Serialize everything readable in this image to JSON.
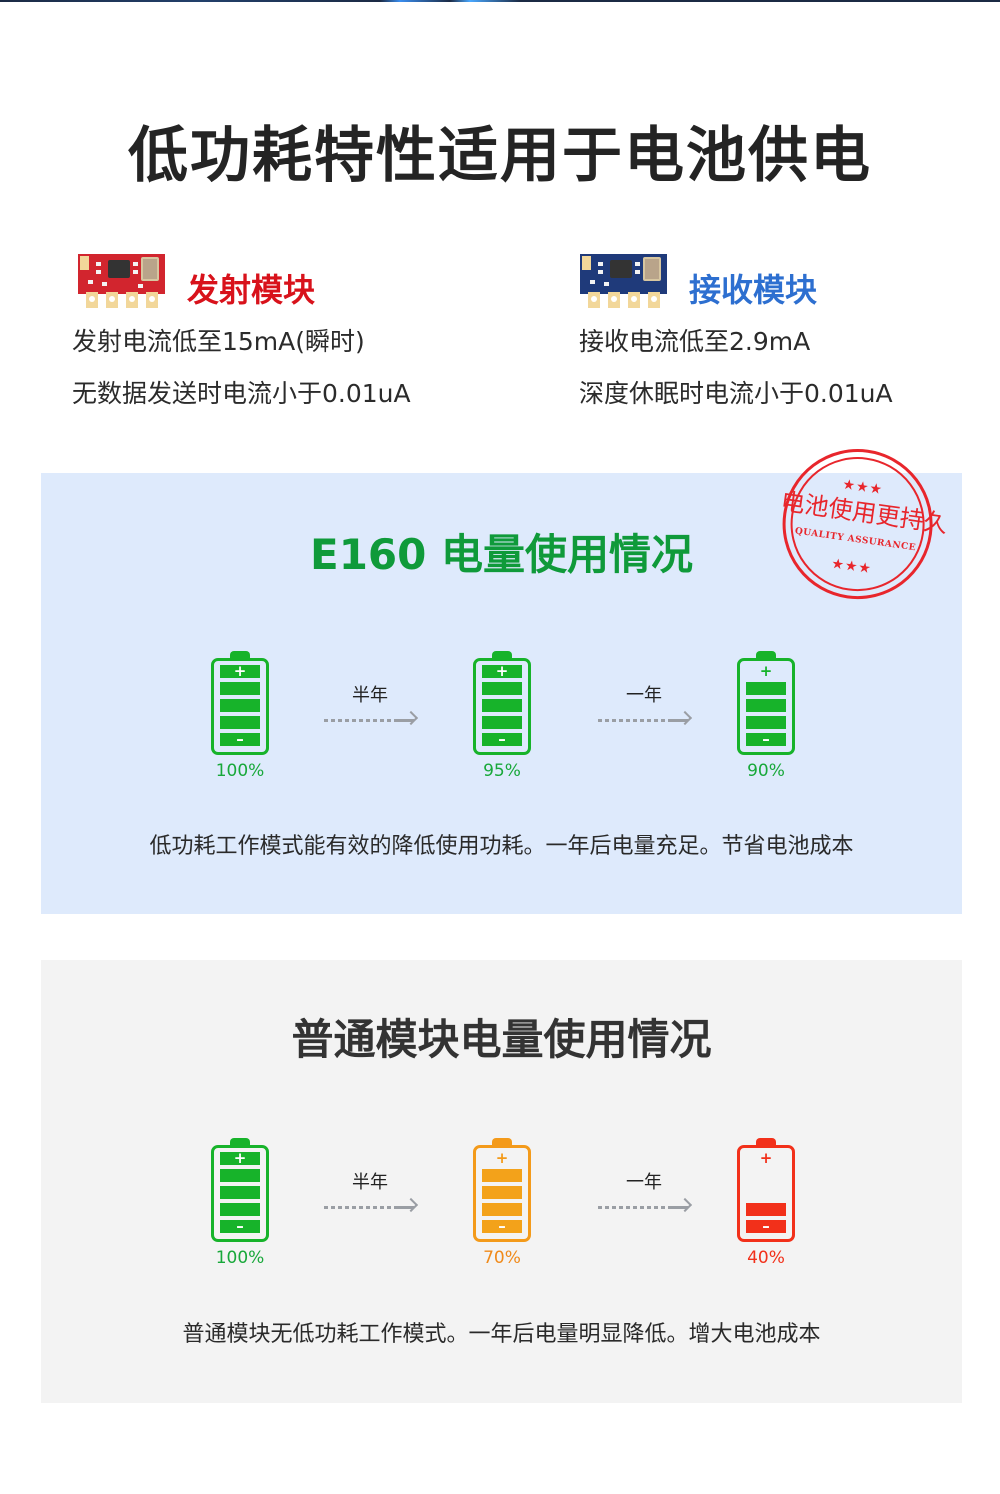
{
  "page": {
    "title": "低功耗特性适用于电池供电"
  },
  "modules": {
    "transmitter": {
      "label": "发射模块",
      "line1": "发射电流低至15mA(瞬时)",
      "line2": "无数据发送时电流小于0.01uA",
      "color": "#d8121b",
      "icon": "pcb-module-red-icon"
    },
    "receiver": {
      "label": "接收模块",
      "line1": "接收电流低至2.9mA",
      "line2": "深度休眠时电流小于0.01uA",
      "color": "#2d6fd0",
      "icon": "pcb-module-blue-icon"
    }
  },
  "e160_panel": {
    "title": "E160 电量使用情况",
    "stamp": {
      "text": "电池使用更持久",
      "subtext": "QUALITY ASSURANCE",
      "stars": "★★★"
    },
    "batteries": [
      {
        "percent": "100%",
        "color": "green",
        "bars": 5
      },
      {
        "percent": "95%",
        "color": "green",
        "bars": 5
      },
      {
        "percent": "90%",
        "color": "green",
        "bars": 4
      }
    ],
    "arrows": [
      {
        "label": "半年"
      },
      {
        "label": "一年"
      }
    ],
    "caption": "低功耗工作模式能有效的降低使用功耗。一年后电量充足。节省电池成本",
    "background": "#deeafc"
  },
  "normal_panel": {
    "title": "普通模块电量使用情况",
    "batteries": [
      {
        "percent": "100%",
        "color": "green",
        "bars": 5
      },
      {
        "percent": "70%",
        "color": "orange",
        "bars": 4
      },
      {
        "percent": "40%",
        "color": "red",
        "bars": 2
      }
    ],
    "arrows": [
      {
        "label": "半年"
      },
      {
        "label": "一年"
      }
    ],
    "caption": "普通模块无低功耗工作模式。一年后电量明显降低。增大电池成本",
    "background": "#f3f3f3"
  },
  "colors": {
    "battery_green": "#17b32a",
    "battery_orange": "#f39a1a",
    "battery_red": "#f2301a",
    "title_green": "#0f9a3a"
  }
}
